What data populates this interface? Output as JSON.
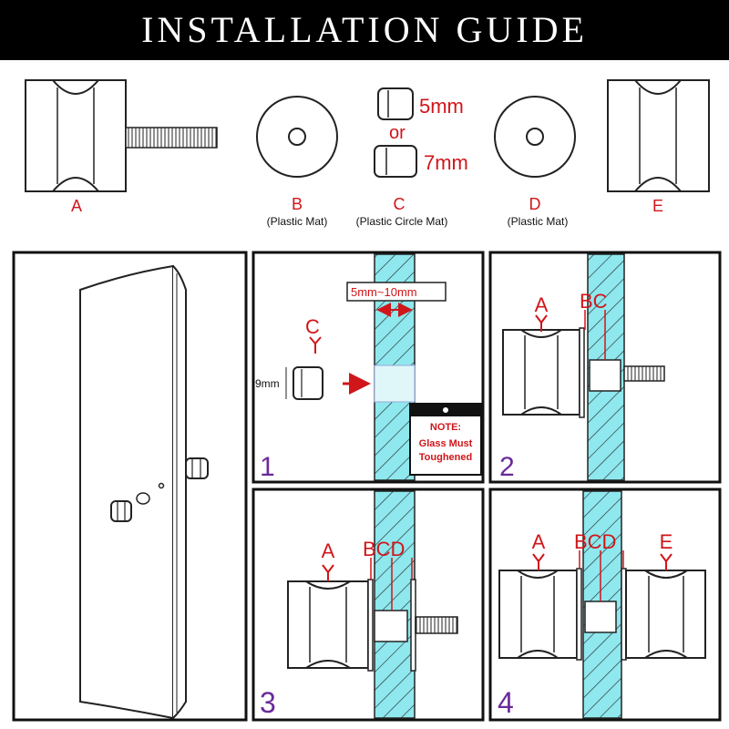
{
  "title": "INSTALLATION GUIDE",
  "parts": {
    "a_letter": "A",
    "b_letter": "B",
    "b_desc": "(Plastic Mat)",
    "c_letter": "C",
    "c_desc": "(Plastic Circle Mat)",
    "c_size_1": "5mm",
    "c_or": "or",
    "c_size_2": "7mm",
    "d_letter": "D",
    "d_desc": "(Plastic Mat)",
    "e_letter": "E"
  },
  "step1": {
    "number": "1",
    "gap_label": "5mm~10mm",
    "c_letter": "C",
    "height_label": "9mm",
    "note_title": "NOTE:",
    "note_line1": "Glass Must",
    "note_line2": "Toughened"
  },
  "step2": {
    "number": "2",
    "label_a": "A",
    "label_bc": "BC"
  },
  "step3": {
    "number": "3",
    "label_a": "A",
    "label_bcd": "BCD"
  },
  "step4": {
    "number": "4",
    "label_a": "A",
    "label_bcd": "BCD",
    "label_e": "E"
  },
  "colors": {
    "accent_red": "#d0161a",
    "step_purple": "#6a2a9a",
    "glass": "#8ee8ee"
  }
}
